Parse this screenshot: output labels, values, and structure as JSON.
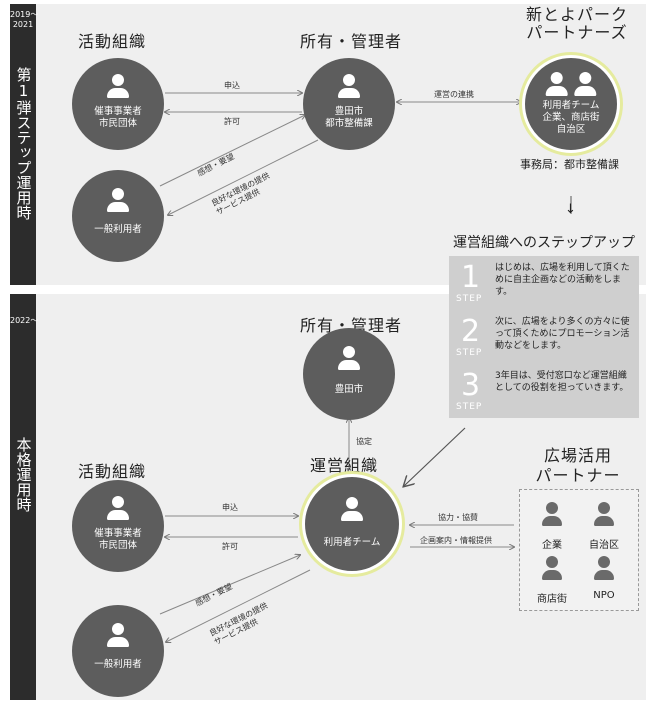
{
  "stage1": {
    "years": "2019〜\n2021",
    "title": "第1弾ステップ運用時",
    "org_heading": "活動組織",
    "owner_heading": "所有・管理者",
    "partners_heading": "新とよパーク\nパートナーズ",
    "organizer_circle": "催事事業者\n市民団体",
    "owner_circle": "豊田市\n都市整備課",
    "partners_circle": "利用者チーム\n企業、商店街\n自治区",
    "user_circle": "一般利用者",
    "arrow_apply": "申込",
    "arrow_permit": "許可",
    "arrow_coop": "運営の連携",
    "arrow_feedback": "感想・要望",
    "arrow_service": "良好な環境の提供\nサービス提供",
    "secretariat": "事務局：都市整備課",
    "down_arrow": "↓"
  },
  "stepup": {
    "heading": "運営組織へのステップアップ",
    "steps": [
      {
        "num": "1",
        "tag": "STEP",
        "text": "はじめは、広場を利用して頂くために自主企画などの活動をします。"
      },
      {
        "num": "2",
        "tag": "STEP",
        "text": "次に、広場をより多くの方々に使って頂くためにプロモーション活動などをします。"
      },
      {
        "num": "3",
        "tag": "STEP",
        "text": "3年目は、受付窓口など運営組織としての役割を担っていきます。"
      }
    ]
  },
  "stage2": {
    "years": "2022〜",
    "title": "本格運用時",
    "owner_heading": "所有・管理者",
    "owner_circle": "豊田市",
    "agreement": "協定",
    "ops_heading": "運営組織",
    "ops_circle": "利用者チーム",
    "org_heading": "活動組織",
    "organizer_circle": "催事事業者\n市民団体",
    "user_circle": "一般利用者",
    "arrow_apply": "申込",
    "arrow_permit": "許可",
    "arrow_feedback": "感想・要望",
    "arrow_service": "良好な環境の提供\nサービス提供",
    "partner_heading": "広場活用\nパートナー",
    "arrow_cooperate": "協力・協賛",
    "arrow_planning": "企画案内・情報提供",
    "partners": [
      {
        "label": "企業"
      },
      {
        "label": "自治区"
      },
      {
        "label": "商店街"
      },
      {
        "label": "NPO"
      }
    ]
  },
  "colors": {
    "sidebar": "#2c2c2c",
    "panel": "#efefef",
    "circle": "#5d5d5d",
    "highlight_ring": "#e5eb9e",
    "step_box": "#cfcfcf"
  }
}
